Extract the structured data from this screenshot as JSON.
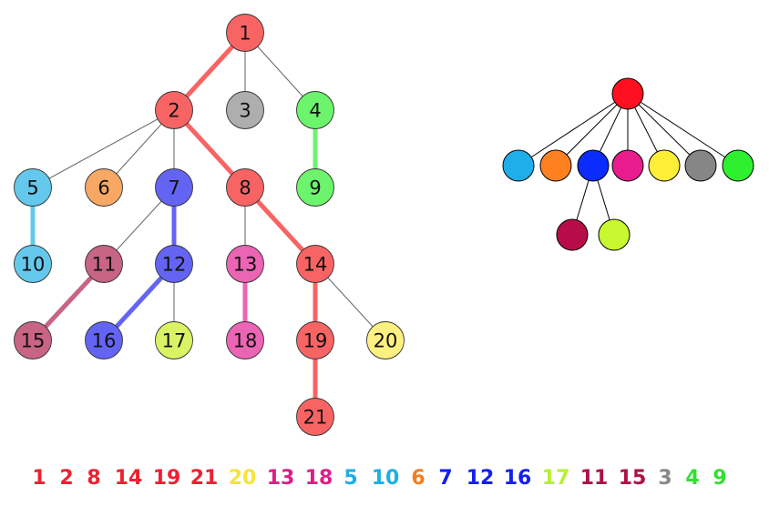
{
  "colors": {
    "red": "#F86464",
    "gray": "#AEAEAE",
    "green": "#6CF46C",
    "sky": "#64C8EC",
    "orange": "#F8A864",
    "blue": "#6464F4",
    "maroon": "#C86484",
    "pink": "#EC64B4",
    "yellowgreen": "#D8F464",
    "yellow": "#FCF080",
    "edge": "#6d6d6d"
  },
  "tree": {
    "nodes": [
      {
        "id": "1",
        "label": "1",
        "color": "red"
      },
      {
        "id": "2",
        "label": "2",
        "color": "red"
      },
      {
        "id": "3",
        "label": "3",
        "color": "gray"
      },
      {
        "id": "4",
        "label": "4",
        "color": "green"
      },
      {
        "id": "5",
        "label": "5",
        "color": "sky"
      },
      {
        "id": "6",
        "label": "6",
        "color": "orange"
      },
      {
        "id": "7",
        "label": "7",
        "color": "blue"
      },
      {
        "id": "8",
        "label": "8",
        "color": "red"
      },
      {
        "id": "9",
        "label": "9",
        "color": "green"
      },
      {
        "id": "10",
        "label": "10",
        "color": "sky"
      },
      {
        "id": "11",
        "label": "11",
        "color": "maroon"
      },
      {
        "id": "12",
        "label": "12",
        "color": "blue"
      },
      {
        "id": "13",
        "label": "13",
        "color": "pink"
      },
      {
        "id": "14",
        "label": "14",
        "color": "red"
      },
      {
        "id": "15",
        "label": "15",
        "color": "maroon"
      },
      {
        "id": "16",
        "label": "16",
        "color": "blue"
      },
      {
        "id": "17",
        "label": "17",
        "color": "yellowgreen"
      },
      {
        "id": "18",
        "label": "18",
        "color": "pink"
      },
      {
        "id": "19",
        "label": "19",
        "color": "red"
      },
      {
        "id": "20",
        "label": "20",
        "color": "yellow"
      },
      {
        "id": "21",
        "label": "21",
        "color": "red"
      }
    ],
    "edges": [
      {
        "from": "1",
        "to": "2",
        "heavy": true,
        "color": "red"
      },
      {
        "from": "1",
        "to": "3",
        "heavy": false
      },
      {
        "from": "1",
        "to": "4",
        "heavy": false
      },
      {
        "from": "2",
        "to": "5",
        "heavy": false
      },
      {
        "from": "2",
        "to": "6",
        "heavy": false
      },
      {
        "from": "2",
        "to": "7",
        "heavy": false
      },
      {
        "from": "2",
        "to": "8",
        "heavy": true,
        "color": "red"
      },
      {
        "from": "4",
        "to": "9",
        "heavy": true,
        "color": "green"
      },
      {
        "from": "5",
        "to": "10",
        "heavy": true,
        "color": "sky"
      },
      {
        "from": "7",
        "to": "11",
        "heavy": false
      },
      {
        "from": "7",
        "to": "12",
        "heavy": true,
        "color": "blue"
      },
      {
        "from": "8",
        "to": "13",
        "heavy": false
      },
      {
        "from": "8",
        "to": "14",
        "heavy": true,
        "color": "red"
      },
      {
        "from": "11",
        "to": "15",
        "heavy": true,
        "color": "maroon"
      },
      {
        "from": "12",
        "to": "16",
        "heavy": true,
        "color": "blue"
      },
      {
        "from": "12",
        "to": "17",
        "heavy": false
      },
      {
        "from": "13",
        "to": "18",
        "heavy": true,
        "color": "pink"
      },
      {
        "from": "14",
        "to": "19",
        "heavy": true,
        "color": "red"
      },
      {
        "from": "14",
        "to": "20",
        "heavy": false
      },
      {
        "from": "19",
        "to": "21",
        "heavy": true,
        "color": "red"
      }
    ]
  },
  "compressed_tree": {
    "nodes": [
      {
        "id": "root",
        "color": "#FF1020"
      },
      {
        "id": "c1",
        "color": "#1EAEEA"
      },
      {
        "id": "c2",
        "color": "#FF8020"
      },
      {
        "id": "c3",
        "color": "#0A2CFF"
      },
      {
        "id": "c4",
        "color": "#E81C8C"
      },
      {
        "id": "c5",
        "color": "#FFEE38"
      },
      {
        "id": "c6",
        "color": "#868686"
      },
      {
        "id": "c7",
        "color": "#2EF02E"
      },
      {
        "id": "g1",
        "color": "#B80C48"
      },
      {
        "id": "g2",
        "color": "#C8F830"
      }
    ],
    "edges": [
      {
        "from": "root",
        "to": "c1"
      },
      {
        "from": "root",
        "to": "c2"
      },
      {
        "from": "root",
        "to": "c3"
      },
      {
        "from": "root",
        "to": "c4"
      },
      {
        "from": "root",
        "to": "c5"
      },
      {
        "from": "root",
        "to": "c6"
      },
      {
        "from": "root",
        "to": "c7"
      },
      {
        "from": "c3",
        "to": "g1"
      },
      {
        "from": "c3",
        "to": "g2"
      }
    ]
  },
  "sequence": [
    {
      "label": "1",
      "color": "#F02030"
    },
    {
      "label": "2",
      "color": "#F02030"
    },
    {
      "label": "8",
      "color": "#F02030"
    },
    {
      "label": "14",
      "color": "#F02030"
    },
    {
      "label": "19",
      "color": "#F02030"
    },
    {
      "label": "21",
      "color": "#F02030"
    },
    {
      "label": "20",
      "color": "#F4E43C"
    },
    {
      "label": "13",
      "color": "#E01C88"
    },
    {
      "label": "18",
      "color": "#E01C88"
    },
    {
      "label": "5",
      "color": "#1EAEE6"
    },
    {
      "label": "10",
      "color": "#1EAEE6"
    },
    {
      "label": "6",
      "color": "#F47C20"
    },
    {
      "label": "7",
      "color": "#1420F0"
    },
    {
      "label": "12",
      "color": "#1420F0"
    },
    {
      "label": "16",
      "color": "#1420F0"
    },
    {
      "label": "17",
      "color": "#B8F030"
    },
    {
      "label": "11",
      "color": "#B01048"
    },
    {
      "label": "15",
      "color": "#B01048"
    },
    {
      "label": "3",
      "color": "#888888"
    },
    {
      "label": "4",
      "color": "#30E030"
    },
    {
      "label": "9",
      "color": "#30E030"
    }
  ]
}
